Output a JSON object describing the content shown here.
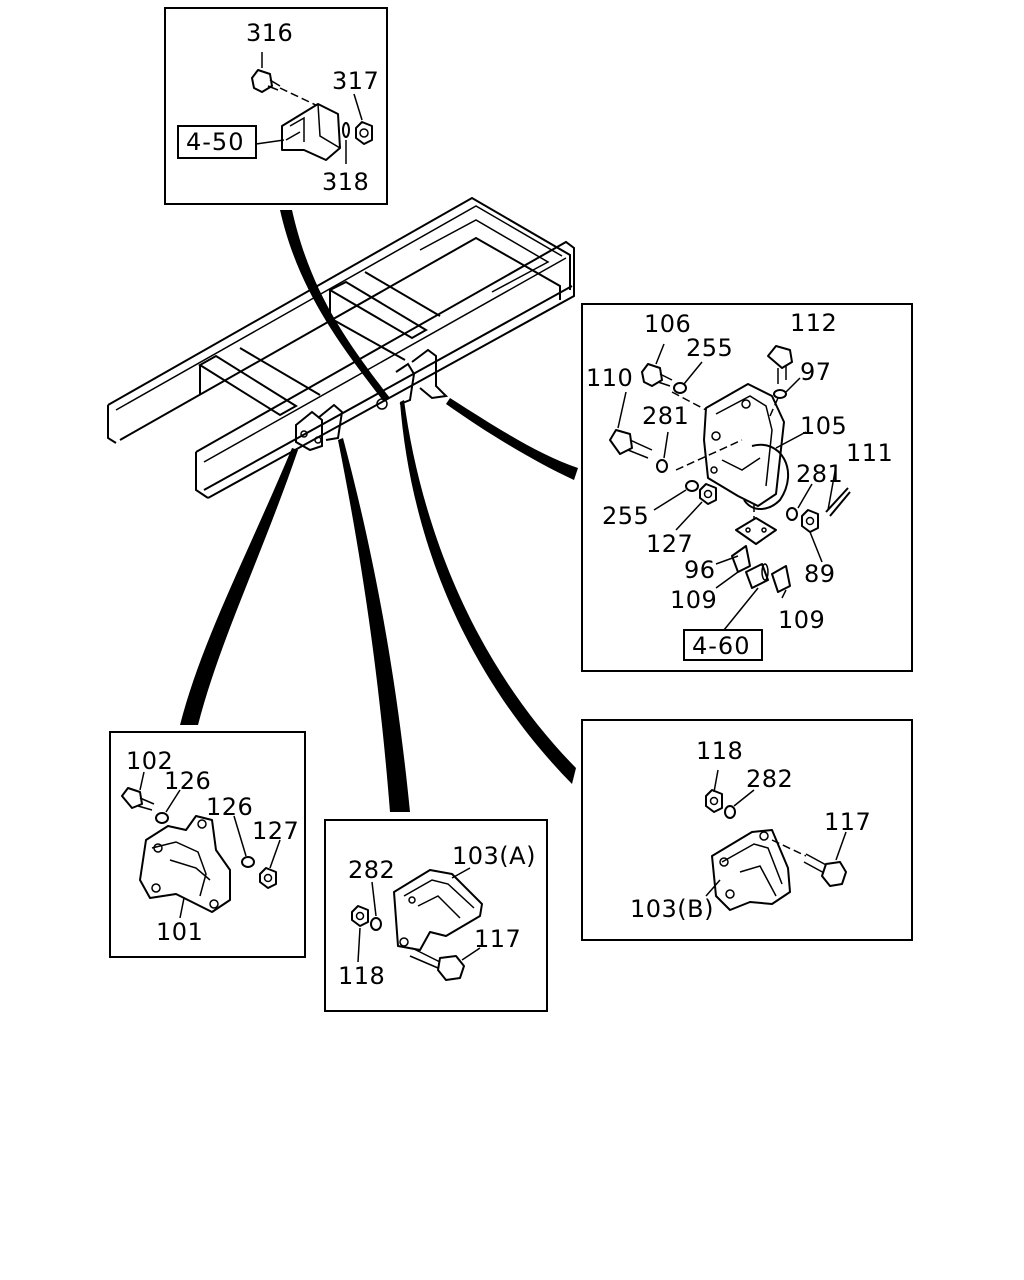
{
  "diagram": {
    "panels": {
      "top_inset": {
        "callouts": [
          "316",
          "317",
          "318"
        ],
        "reference": "4-50"
      },
      "right_top_inset": {
        "callouts": [
          "106",
          "112",
          "255",
          "110",
          "97",
          "281",
          "105",
          "111",
          "281",
          "255",
          "127",
          "89",
          "96",
          "109",
          "109"
        ],
        "reference": "4-60"
      },
      "left_bottom_inset": {
        "callouts": [
          "102",
          "126",
          "126",
          "127",
          "101"
        ]
      },
      "center_bottom_inset": {
        "callouts": [
          "282",
          "103(A)",
          "117",
          "118"
        ]
      },
      "right_bottom_inset": {
        "callouts": [
          "118",
          "282",
          "117",
          "103(B)"
        ]
      }
    }
  }
}
